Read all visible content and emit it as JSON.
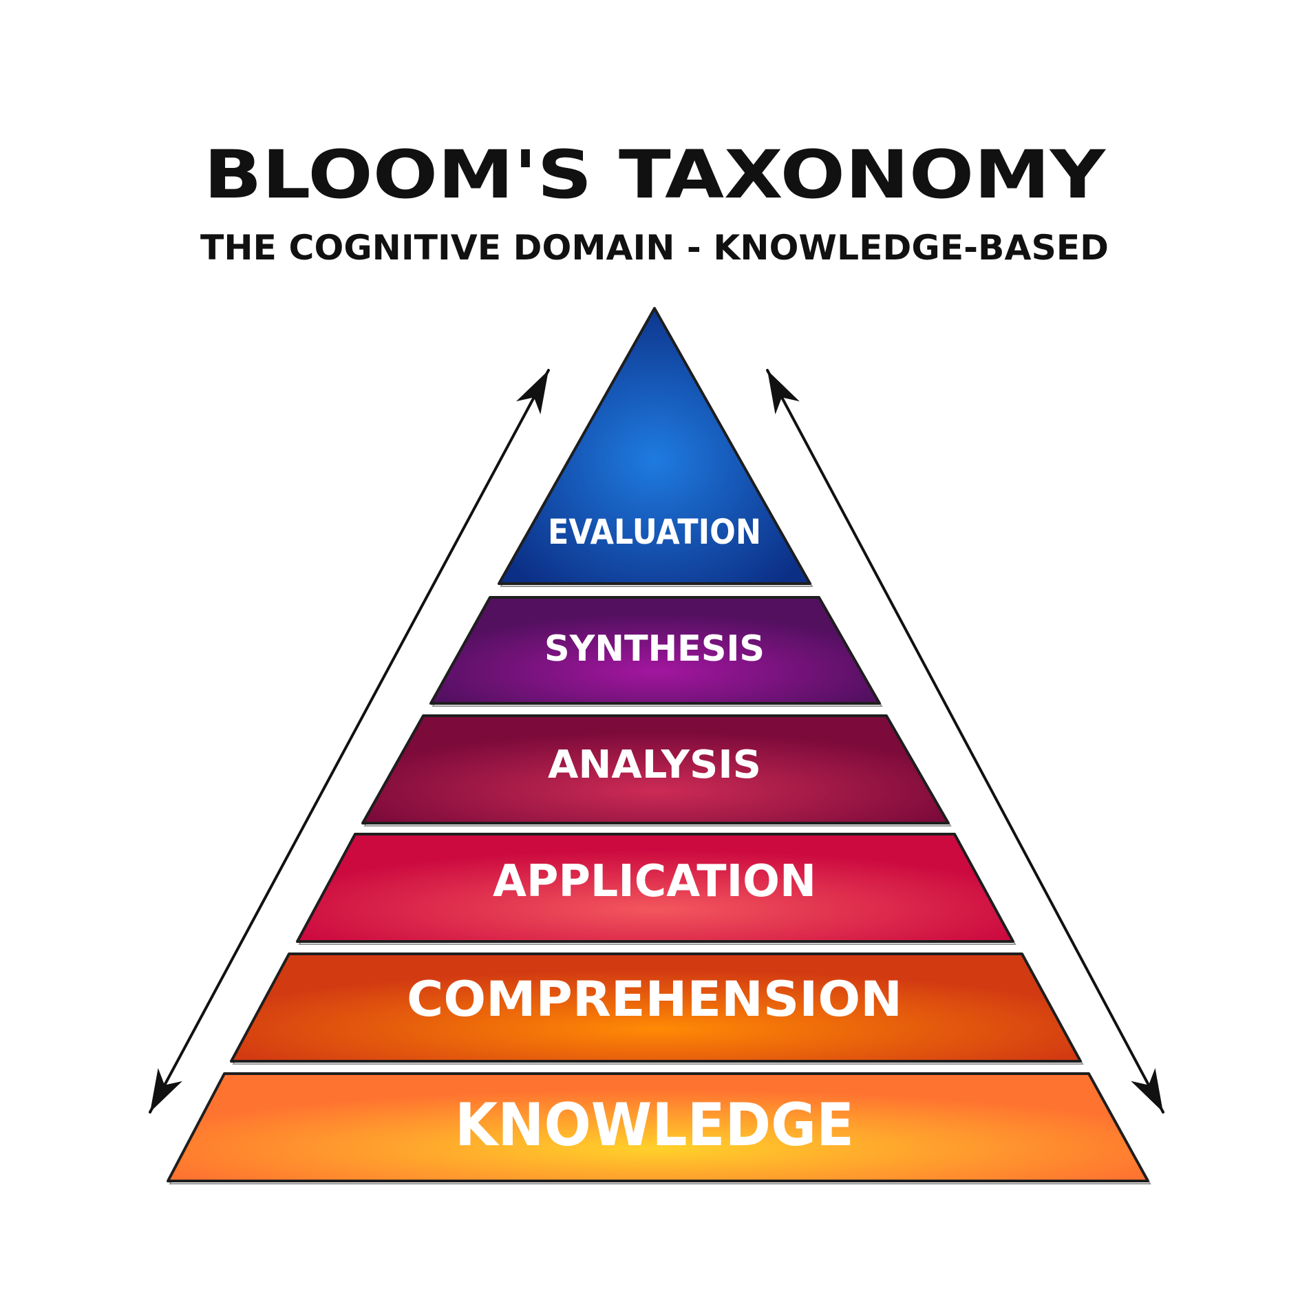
{
  "title": "BLOOM'S TAXONOMY",
  "subtitle": "THE COGNITIVE DOMAIN - KNOWLEDGE-BASED",
  "levels": [
    {
      "label": "EVALUATION",
      "color_light": "#1f7be0",
      "color_dark": "#0c2f86"
    },
    {
      "label": "SYNTHESIS",
      "color_light": "#a3169f",
      "color_dark": "#52105f"
    },
    {
      "label": "ANALYSIS",
      "color_light": "#cc2b55",
      "color_dark": "#7c0a3a"
    },
    {
      "label": "APPLICATION",
      "color_light": "#f3575d",
      "color_dark": "#cc0a40"
    },
    {
      "label": "COMPREHENSION",
      "color_light": "#ff8a05",
      "color_dark": "#d23a12"
    },
    {
      "label": "KNOWLEDGE",
      "color_light": "#ffd12a",
      "color_dark": "#ff7330"
    }
  ],
  "colors": {
    "outline": "#1e1e1e",
    "arrow": "#111111",
    "label_text": "#ffffff"
  }
}
